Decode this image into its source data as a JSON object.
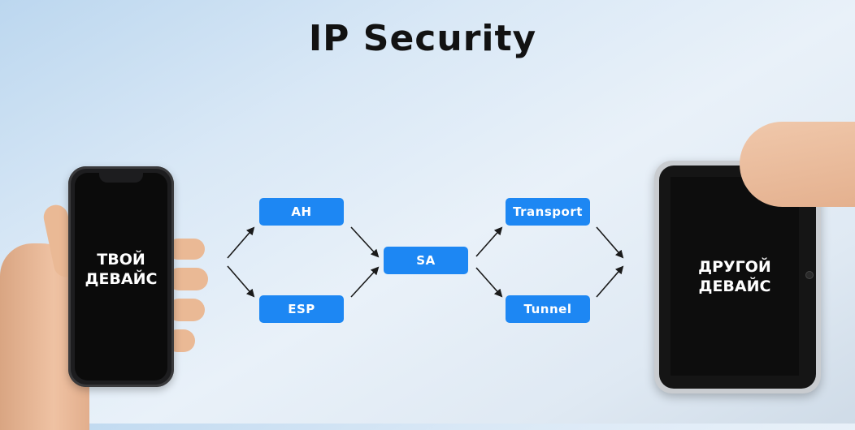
{
  "title": "IP Security",
  "left_device": {
    "line1": "ТВОЙ",
    "line2": "ДЕВАЙС"
  },
  "right_device": {
    "line1": "ДРУГОЙ",
    "line2": "ДЕВАЙС"
  },
  "nodes": {
    "ah": "AH",
    "esp": "ESP",
    "sa": "SA",
    "transport": "Transport",
    "tunnel": "Tunnel"
  },
  "colors": {
    "box": "#1d87f3",
    "title": "#121212",
    "arrow": "#1a1a1a"
  }
}
